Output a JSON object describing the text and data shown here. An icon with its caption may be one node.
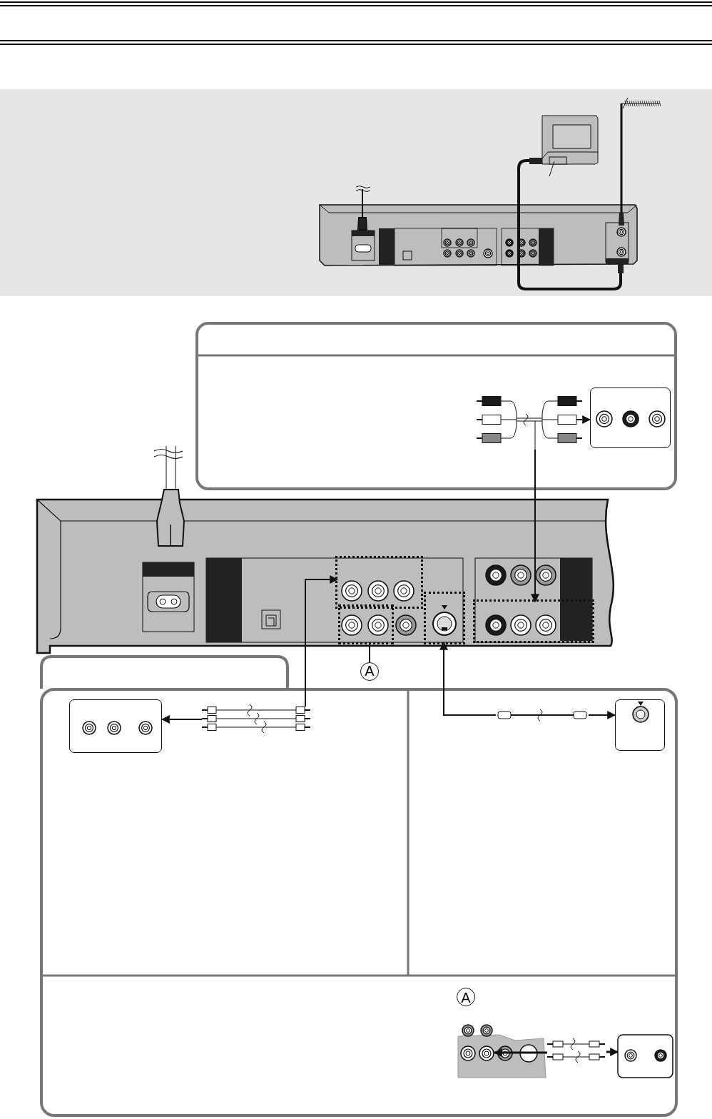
{
  "diagram": {
    "nodes": [
      {
        "text": [],
        "shape": "picture"
      },
      {
        "text": [],
        "shape": "box"
      },
      {
        "text": [],
        "shape": "box"
      },
      {
        "text": [],
        "shape": "box"
      },
      {
        "text": [],
        "shape": "box"
      },
      {
        "text": [],
        "shape": "box"
      },
      {
        "text": [
          "A"
        ]
      },
      {
        "text": [],
        "shape": "picture"
      },
      {
        "text": [],
        "shape": "box"
      },
      {
        "text": [],
        "shape": "picture"
      },
      {
        "text": [],
        "shape": "box"
      }
    ],
    "edges": [
      {
        "from": 0,
        "to": 2,
        "arrow": "to"
      },
      {
        "from": 0,
        "to": 1,
        "arrow": "to"
      },
      {
        "from": 7,
        "to": 3,
        "arrow": "to"
      },
      {
        "from": 7,
        "to": 8,
        "arrow": "to"
      },
      {
        "from": 9,
        "to": 5,
        "arrow": "to"
      },
      {
        "from": 9,
        "to": 10,
        "arrow": "to"
      },
      {
        "from": 6,
        "to": 4,
        "arrow": "none"
      }
    ],
    "labels": [
      "A"
    ]
  }
}
